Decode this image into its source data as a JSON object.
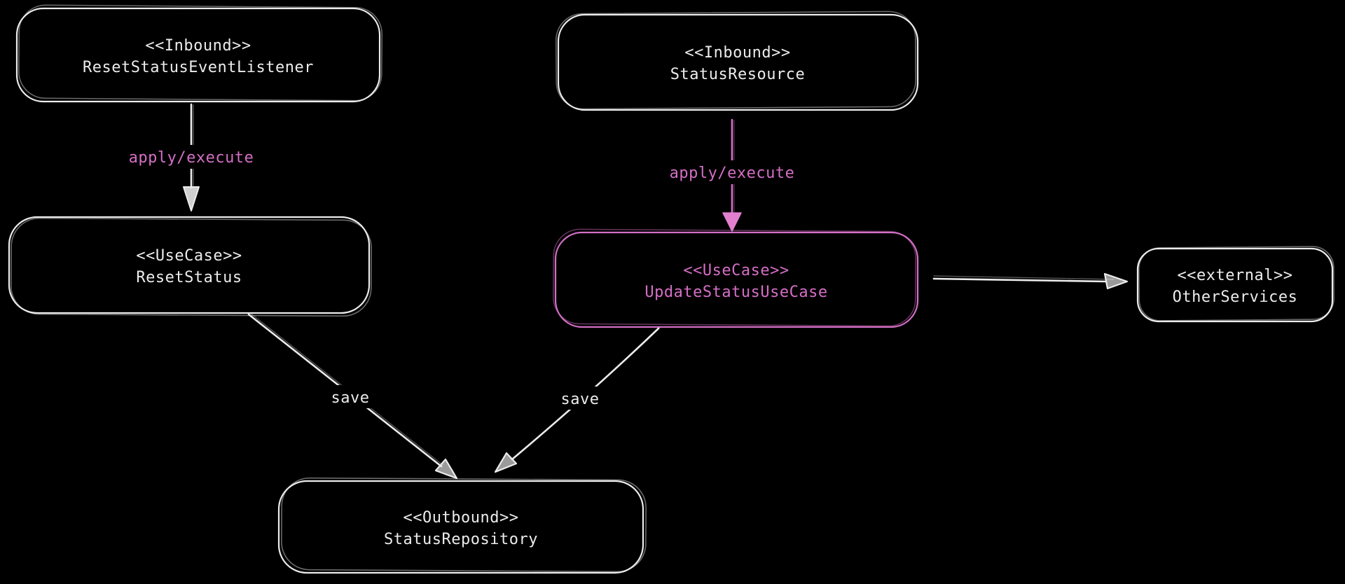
{
  "canvas": {
    "background": "#000000"
  },
  "colors": {
    "white": "#ececec",
    "pink": "#d56fc6",
    "pink_bright": "#e27fce"
  },
  "nodes": [
    {
      "stereotype": "<<Inbound>>",
      "name": "ResetStatusEventListener",
      "color": "white"
    },
    {
      "stereotype": "<<Inbound>>",
      "name": "StatusResource",
      "color": "white"
    },
    {
      "stereotype": "<<UseCase>>",
      "name": "ResetStatus",
      "color": "white"
    },
    {
      "stereotype": "<<UseCase>>",
      "name": "UpdateStatusUseCase",
      "color": "pink"
    },
    {
      "stereotype": "<<external>>",
      "name": "OtherServices",
      "color": "white"
    },
    {
      "stereotype": "<<Outbound>>",
      "name": "StatusRepository",
      "color": "white"
    }
  ],
  "edges": [
    {
      "from": "ResetStatusEventListener",
      "to": "ResetStatus",
      "label": "apply/execute",
      "line_color": "white",
      "label_color": "pink"
    },
    {
      "from": "StatusResource",
      "to": "UpdateStatusUseCase",
      "label": "apply/execute",
      "line_color": "pink",
      "label_color": "pink"
    },
    {
      "from": "UpdateStatusUseCase",
      "to": "OtherServices",
      "label": "",
      "line_color": "white",
      "label_color": "white"
    },
    {
      "from": "ResetStatus",
      "to": "StatusRepository",
      "label": "save",
      "line_color": "white",
      "label_color": "white"
    },
    {
      "from": "UpdateStatusUseCase",
      "to": "StatusRepository",
      "label": "save",
      "line_color": "white",
      "label_color": "white"
    }
  ]
}
